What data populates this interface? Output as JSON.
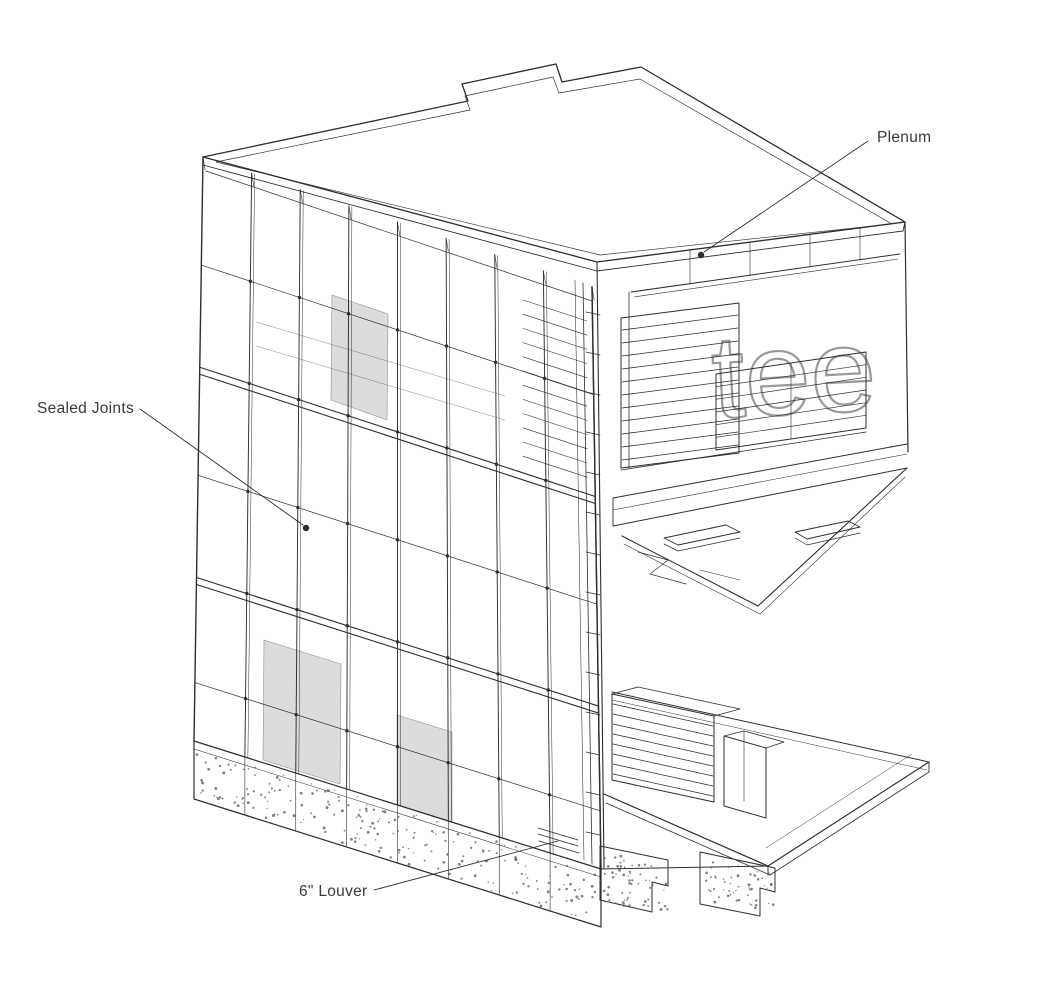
{
  "page": {
    "background": "#ffffff"
  },
  "diagram": {
    "type": "axonometric-building-facade-section",
    "labels": {
      "plenum": "Plenum",
      "sealed_joints": "Sealed Joints",
      "louver": "6\" Louver"
    },
    "signage_text": "tee",
    "colors": {
      "line": "#2e2e2e",
      "label_text": "#3a3a3a",
      "arrow_orange": "#e3872c",
      "arrow_orange_dark": "#c2661a",
      "arrow_blue": "#6ec9ec",
      "arrow_tan": "#a9977c",
      "panel_gray": "#dcdcdc",
      "signage_gray": "#9a9a9a",
      "concrete_dot": "#5a5a5a"
    }
  }
}
